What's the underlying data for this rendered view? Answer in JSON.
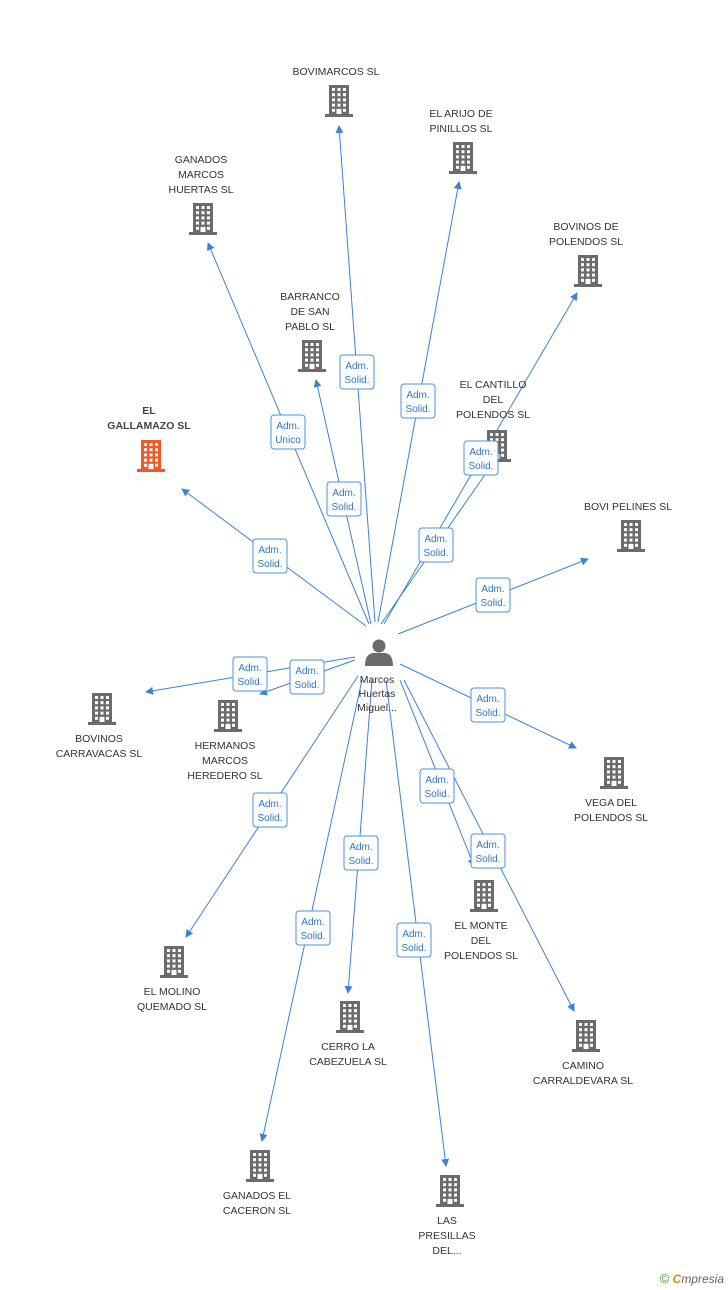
{
  "colors": {
    "company": "#6b6b6b",
    "highlight": "#f05a28",
    "edge": "#3b82d6",
    "person": "#6b6b6b"
  },
  "center": {
    "id": "person",
    "icon": "person-icon",
    "label": [
      "Marcos",
      "Huertas",
      "Miguel..."
    ]
  },
  "nodes": [
    {
      "id": "bovimarcos",
      "icon": "building-icon",
      "label": [
        "BOVIMARCOS SL"
      ]
    },
    {
      "id": "arijo",
      "icon": "building-icon",
      "label": [
        "EL ARIJO DE",
        "PINILLOS SL"
      ]
    },
    {
      "id": "ganados-marcos",
      "icon": "building-icon",
      "label": [
        "GANADOS",
        "MARCOS",
        "HUERTAS SL"
      ]
    },
    {
      "id": "bovinos-polendos",
      "icon": "building-icon",
      "label": [
        "BOVINOS DE",
        "POLENDOS SL"
      ]
    },
    {
      "id": "barranco",
      "icon": "building-icon",
      "label": [
        "BARRANCO",
        "DE SAN",
        "PABLO SL"
      ]
    },
    {
      "id": "cantillo",
      "icon": "building-icon",
      "label": [
        "EL CANTILLO",
        "DEL",
        "POLENDOS SL"
      ]
    },
    {
      "id": "gallamazo",
      "icon": "building-icon",
      "label": [
        "EL",
        "GALLAMAZO SL"
      ],
      "highlight": true
    },
    {
      "id": "bovi-pelines",
      "icon": "building-icon",
      "label": [
        "BOVI PELINES SL"
      ]
    },
    {
      "id": "bovinos-carravacas",
      "icon": "building-icon",
      "label": [
        "BOVINOS",
        "CARRAVACAS SL"
      ]
    },
    {
      "id": "hermanos-marcos",
      "icon": "building-icon",
      "label": [
        "HERMANOS",
        "MARCOS",
        "HEREDERO SL"
      ]
    },
    {
      "id": "vega",
      "icon": "building-icon",
      "label": [
        "VEGA DEL",
        "POLENDOS SL"
      ]
    },
    {
      "id": "monte",
      "icon": "building-icon",
      "label": [
        "EL MONTE",
        "DEL",
        "POLENDOS SL"
      ]
    },
    {
      "id": "molino",
      "icon": "building-icon",
      "label": [
        "EL MOLINO",
        "QUEMADO SL"
      ]
    },
    {
      "id": "cerro",
      "icon": "building-icon",
      "label": [
        "CERRO LA",
        "CABEZUELA SL"
      ]
    },
    {
      "id": "camino",
      "icon": "building-icon",
      "label": [
        "CAMINO",
        "CARRALDEVARA SL"
      ]
    },
    {
      "id": "caceron",
      "icon": "building-icon",
      "label": [
        "GANADOS EL",
        "CACERON SL"
      ]
    },
    {
      "id": "presillas",
      "icon": "building-icon",
      "label": [
        "LAS",
        "PRESILLAS",
        "DEL..."
      ]
    }
  ],
  "edges": [
    {
      "to": "bovimarcos",
      "label": [
        "Adm.",
        "Solid."
      ]
    },
    {
      "to": "arijo",
      "label": [
        "Adm.",
        "Solid."
      ]
    },
    {
      "to": "ganados-marcos",
      "label": [
        "Adm.",
        "Unico"
      ]
    },
    {
      "to": "bovinos-polendos",
      "label": [
        "Adm.",
        "Solid."
      ]
    },
    {
      "to": "barranco",
      "label": [
        "Adm.",
        "Solid."
      ]
    },
    {
      "to": "cantillo",
      "label": [
        "Adm.",
        "Solid."
      ]
    },
    {
      "to": "gallamazo",
      "label": [
        "Adm.",
        "Solid."
      ]
    },
    {
      "to": "bovi-pelines",
      "label": [
        "Adm.",
        "Solid."
      ]
    },
    {
      "to": "bovinos-carravacas",
      "label": [
        "Adm.",
        "Solid."
      ]
    },
    {
      "to": "hermanos-marcos",
      "label": [
        "Adm.",
        "Solid."
      ]
    },
    {
      "to": "vega",
      "label": [
        "Adm.",
        "Solid."
      ]
    },
    {
      "to": "monte",
      "label": [
        "Adm.",
        "Solid."
      ]
    },
    {
      "to": "molino",
      "label": [
        "Adm.",
        "Solid."
      ]
    },
    {
      "to": "cerro",
      "label": [
        "Adm.",
        "Solid."
      ]
    },
    {
      "to": "camino",
      "label": [
        "Adm.",
        "Solid."
      ]
    },
    {
      "to": "caceron",
      "label": [
        "Adm.",
        "Solid."
      ]
    },
    {
      "to": "presillas",
      "label": [
        "Adm.",
        "Solid."
      ]
    }
  ],
  "branding": {
    "copyright": "©",
    "brand_initial": "C",
    "brand_rest": "mpresia"
  }
}
